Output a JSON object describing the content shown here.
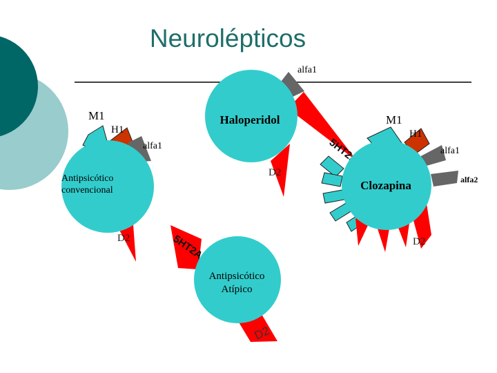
{
  "slide": {
    "title": "Neurolépticos",
    "colors": {
      "title": "#1f6e6a",
      "circle": "#33cccc",
      "receptor_gray": "#666666",
      "receptor_d2": "#ff0000",
      "receptor_h1": "#cc3300",
      "receptor_m1": "#33cccc",
      "decor_dark": "#006666",
      "decor_light": "#99cccc"
    }
  },
  "haloperidol": {
    "name": "Haloperidol",
    "receptors": {
      "alfa1": "alfa1",
      "d2": "D2",
      "ht2a": "5HT2A"
    }
  },
  "convencional": {
    "name_line1": "Antipsicótico",
    "name_line2": "convencional",
    "receptors": {
      "m1": "M1",
      "h1": "H1",
      "alfa1": "alfa1",
      "d2": "D2"
    }
  },
  "clozapina": {
    "name": "Clozapina",
    "receptors": {
      "m1": "M1",
      "h1": "H1",
      "alfa1": "alfa1",
      "alfa2": "alfa2",
      "d2": "D2"
    }
  },
  "atipico": {
    "name_line1": "Antipsicótico",
    "name_line2": "Atípico",
    "receptors": {
      "ht2a": "5HT2A",
      "d2": "D2"
    }
  }
}
